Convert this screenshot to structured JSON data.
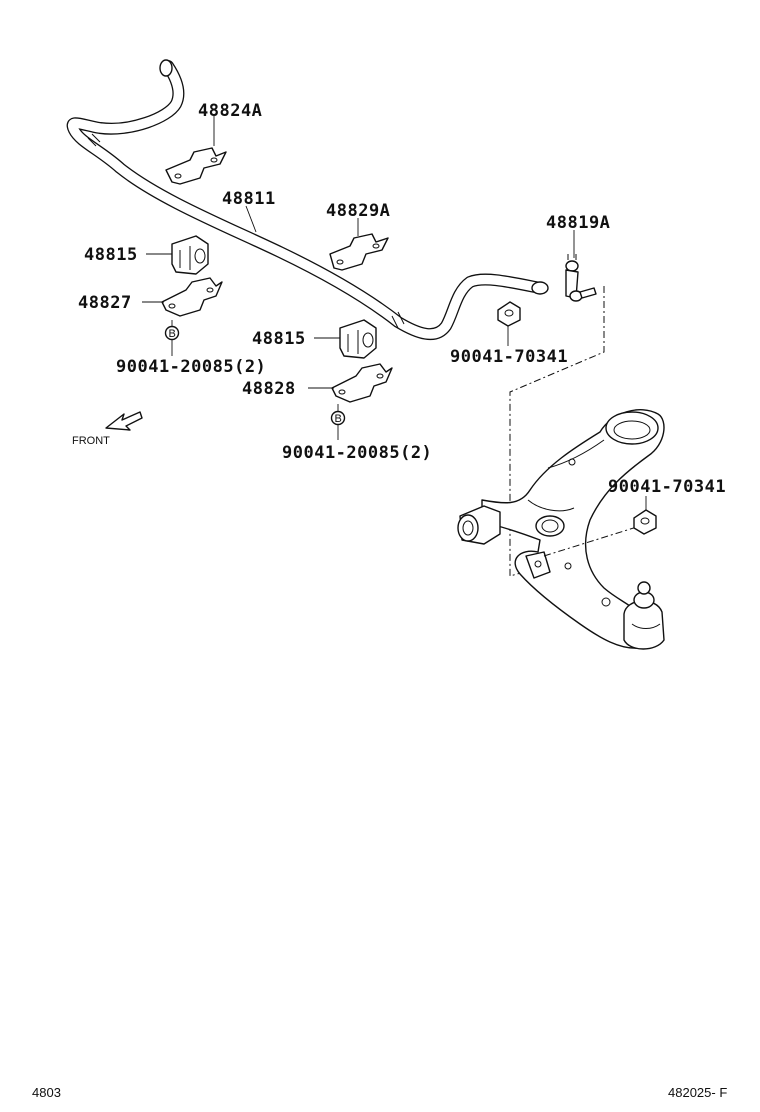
{
  "labels": {
    "stabilizer_bar": "48811",
    "bracket_upper_left": "48824A",
    "bracket_upper_right": "48829A",
    "bushing_left": "48815",
    "bushing_right": "48815",
    "bracket_lower_left": "48827",
    "bracket_lower_right": "48828",
    "bolt_left": "90041-20085(2)",
    "bolt_right": "90041-20085(2)",
    "link": "48819A",
    "nut_upper": "90041-70341",
    "nut_lower": "90041-70341",
    "bolt_marker_left": "B",
    "bolt_marker_right": "B"
  },
  "front_indicator": "FRONT",
  "footer": {
    "left_code": "4803",
    "right_code": "482025- F"
  }
}
